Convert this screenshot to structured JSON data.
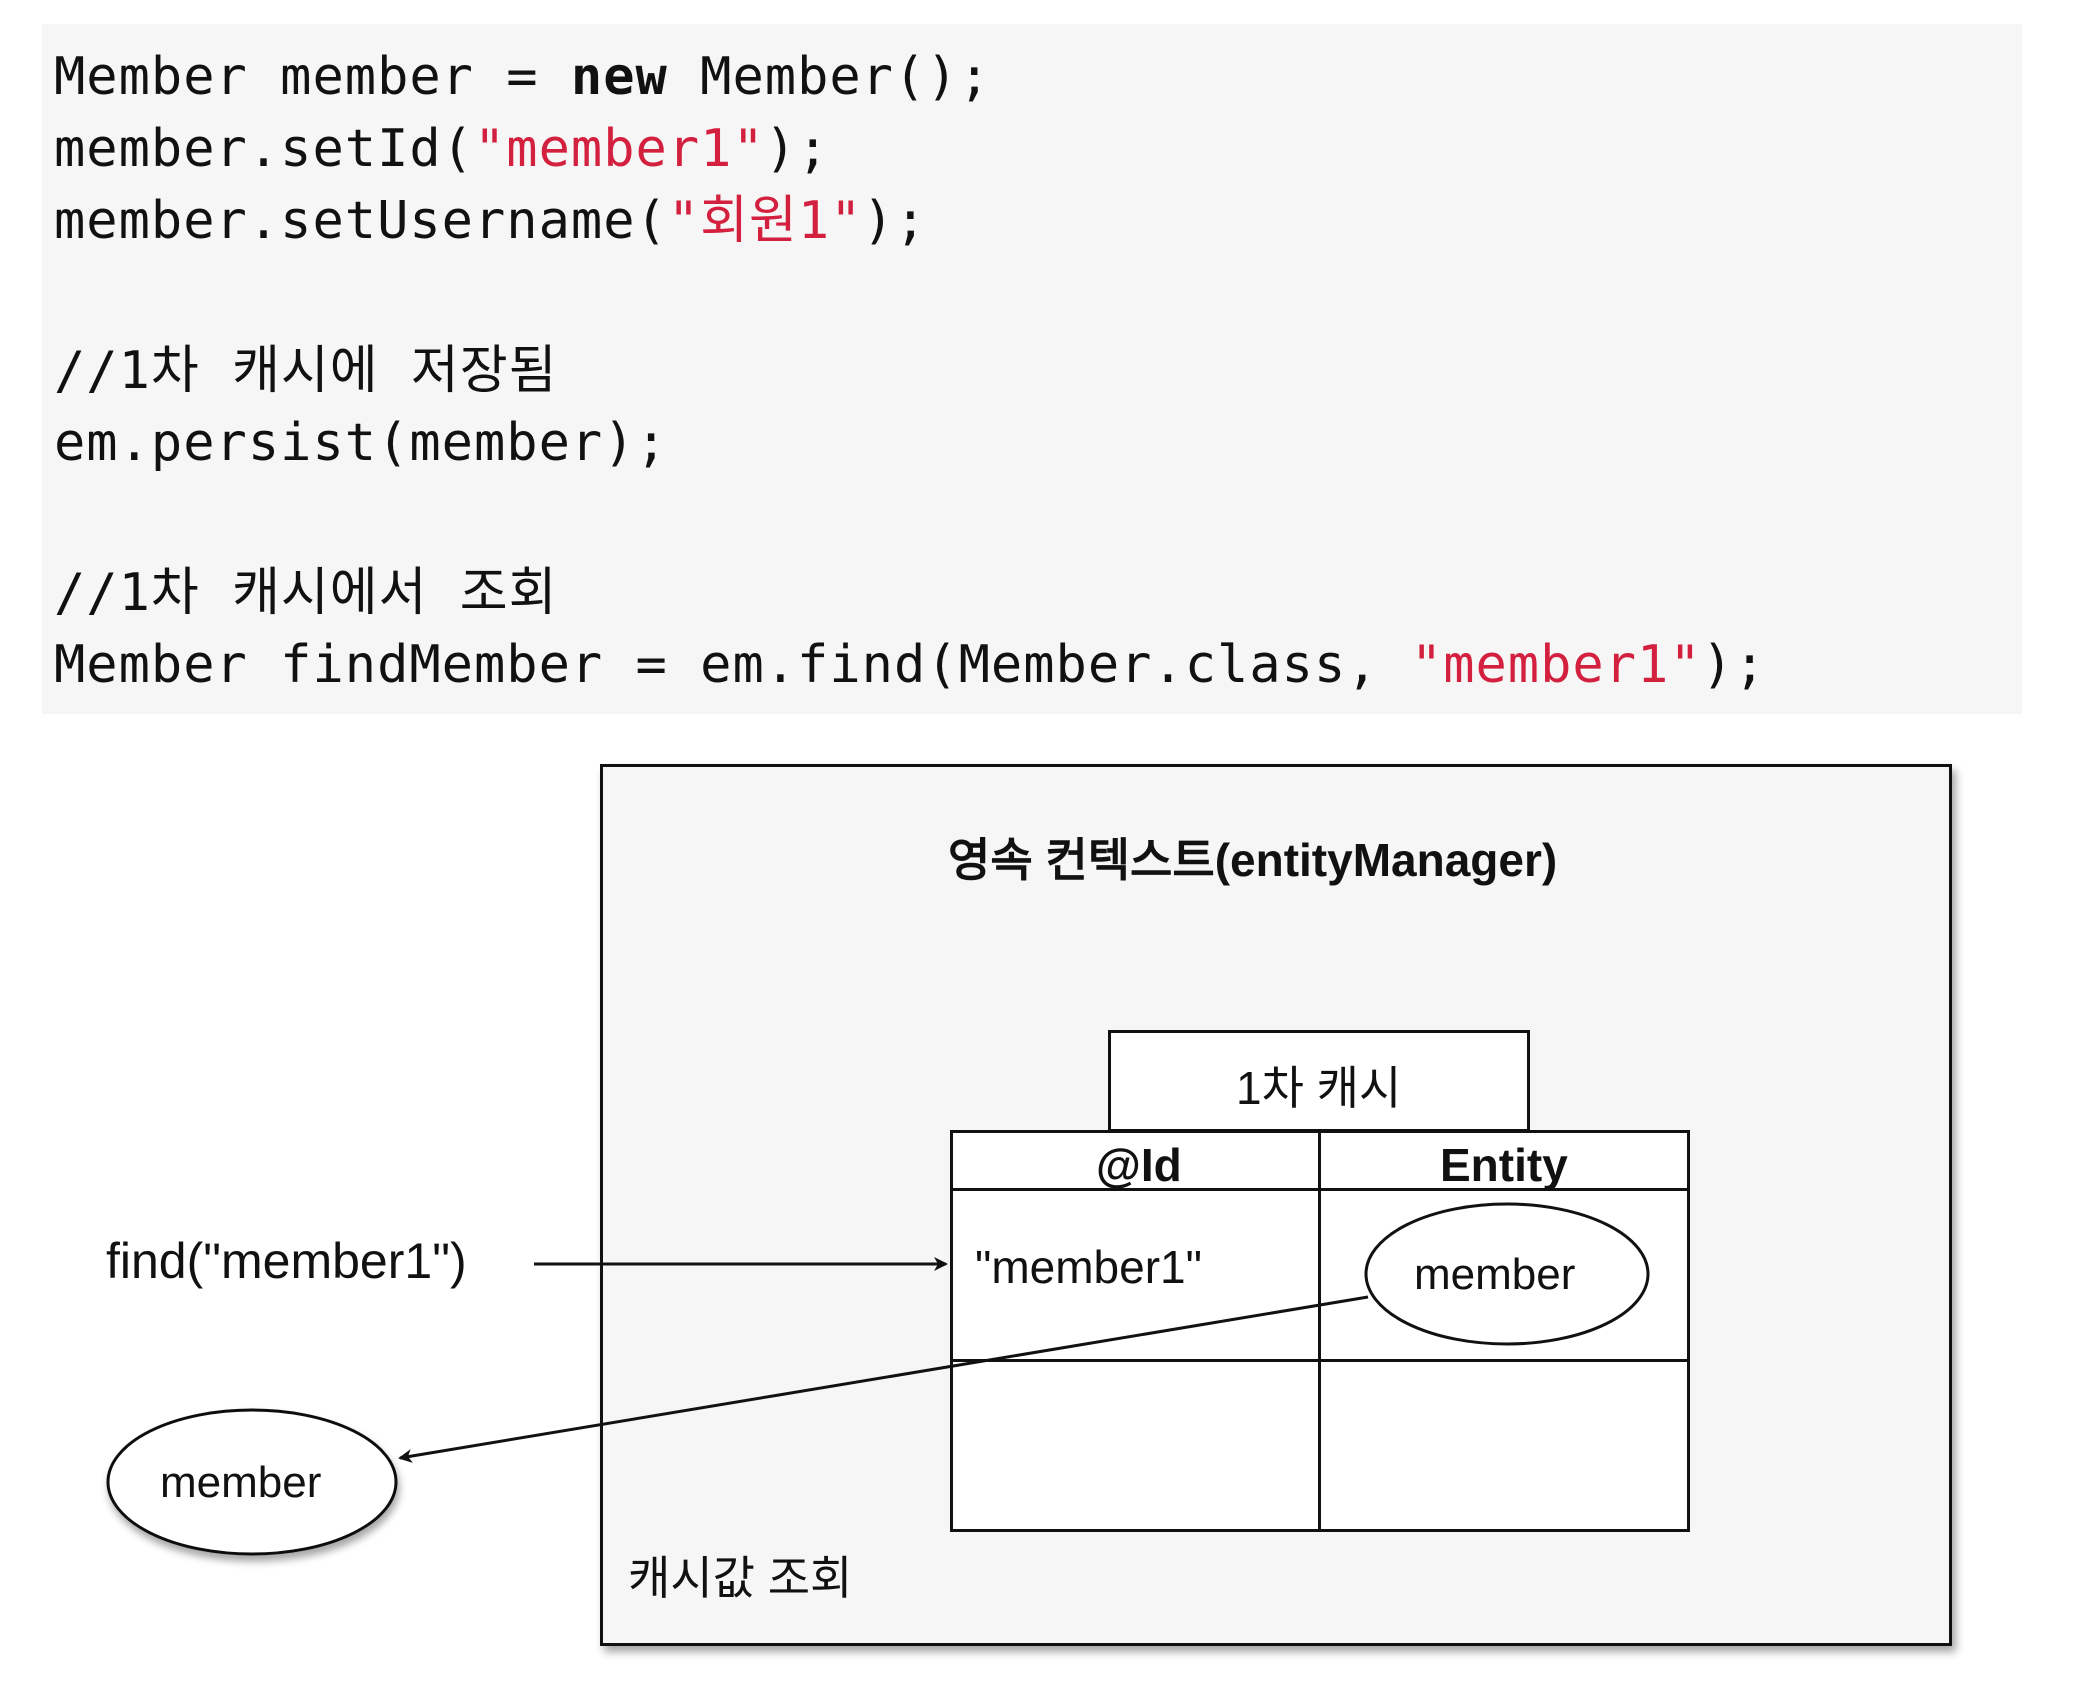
{
  "code": {
    "line1": {
      "type": "Member",
      "var": " member = ",
      "kw": "new",
      "rest": " Member();"
    },
    "line2": {
      "pre": "member.setId(",
      "str": "\"member1\"",
      "post": ");"
    },
    "line3": {
      "pre": "member.setUsername(",
      "str": "\"회원1\"",
      "post": ");"
    },
    "comment1": "//1차 캐시에 저장됨",
    "line4": "em.persist(member);",
    "comment2": "//1차 캐시에서 조회",
    "line5": {
      "pre": "Member findMember = em.find(Member.class, ",
      "str": "\"member1\"",
      "post": ");"
    }
  },
  "diagram": {
    "persistence_context_title": "영속 컨텍스트(entityManager)",
    "cache_label": "1차 캐시",
    "header_id": "@Id",
    "header_entity": "Entity",
    "cell_key": "\"member1\"",
    "cell_entity": "member",
    "find_call": "find(\"member1\")",
    "result": "member",
    "cache_lookup_label": "캐시값 조회"
  },
  "colors": {
    "string": "#d3203f",
    "code_background": "#f6f6f6",
    "box_background": "#f6f6f6"
  }
}
